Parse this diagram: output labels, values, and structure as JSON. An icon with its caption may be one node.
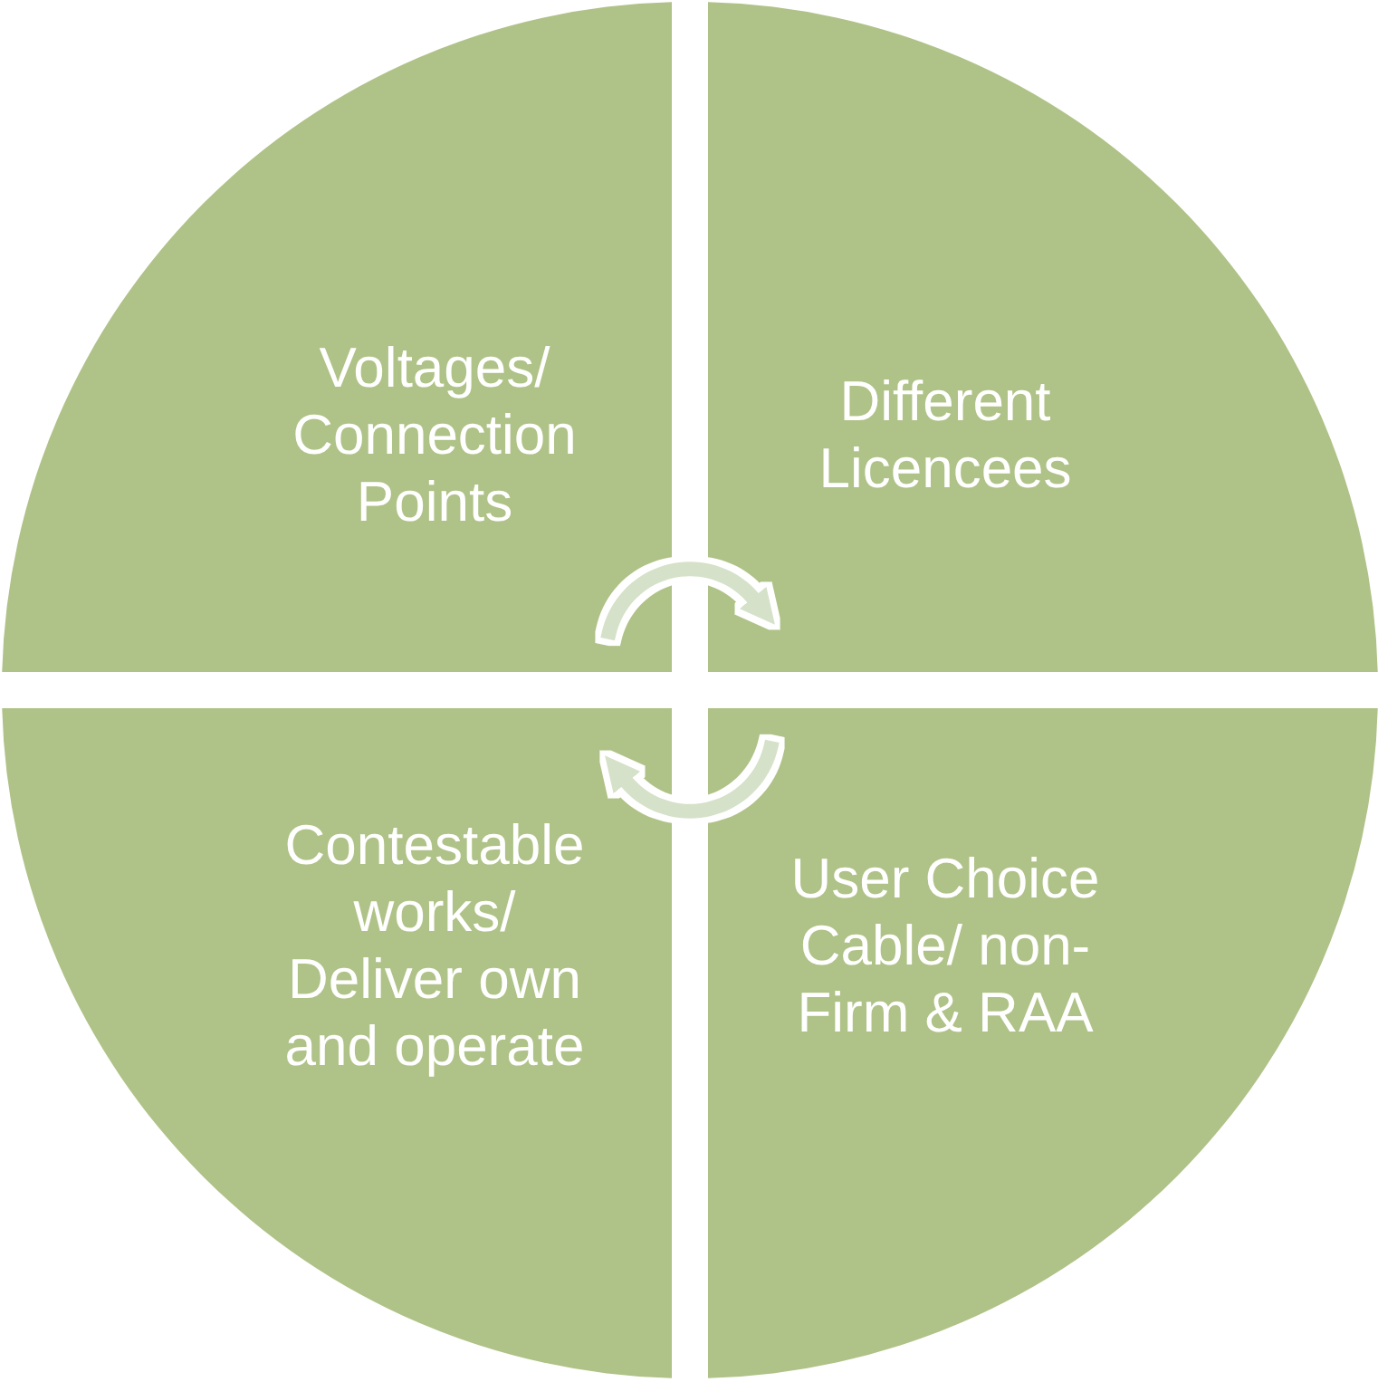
{
  "diagram": {
    "nodes": [
      {
        "text": [
          "Voltages/ Connection Points"
        ]
      },
      {
        "text": [
          "Different Licencees"
        ]
      },
      {
        "text": [
          "Contestable works/ Deliver own and operate"
        ]
      },
      {
        "text": [
          "User Choice Cable/ non-Firm & RAA"
        ]
      }
    ],
    "edges": [
      {
        "from": 0,
        "to": 1,
        "arrow": "to"
      },
      {
        "from": 3,
        "to": 2,
        "arrow": "to"
      }
    ]
  }
}
